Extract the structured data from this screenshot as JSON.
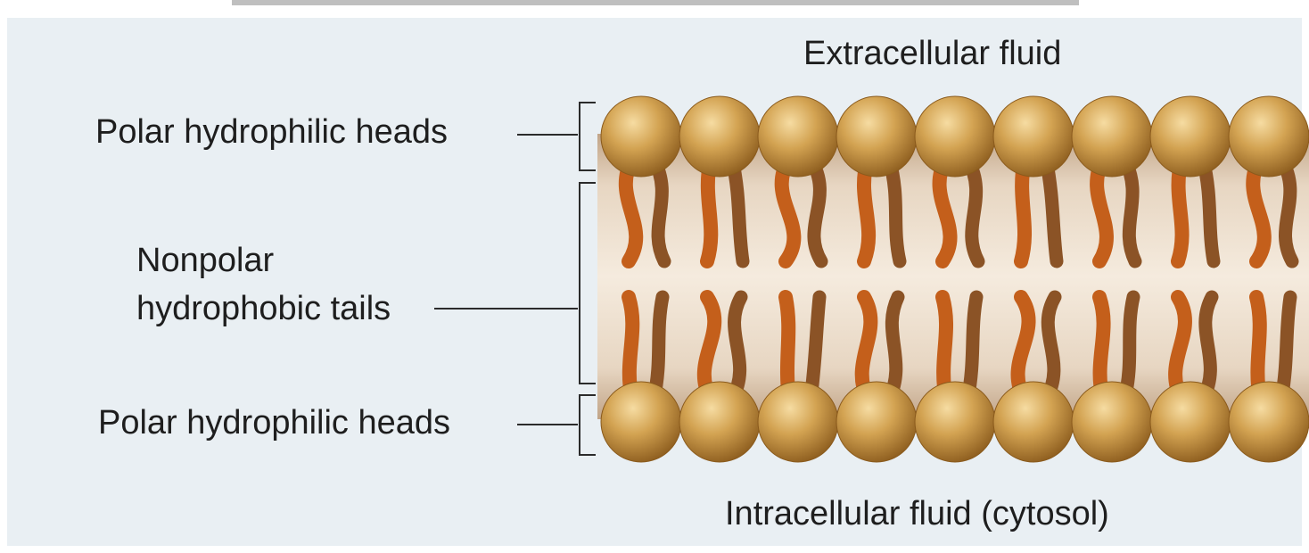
{
  "labels": {
    "top_heads": "Polar hydrophilic heads",
    "tails_line1": "Nonpolar",
    "tails_line2": "hydrophobic tails",
    "bottom_heads": "Polar hydrophilic heads",
    "extracellular": "Extracellular fluid",
    "intracellular": "Intracellular fluid (cytosol)"
  },
  "colors": {
    "background": "#e9eff3",
    "head_fill": "#c8963e",
    "head_shadow": "#8a5a1c",
    "head_highlight": "#f6dca2",
    "tail_dark": "#8b5326",
    "tail_orange": "#c45f1b",
    "core_fill": "#f1e4d2",
    "core_edge": "#c1a487",
    "text": "#1e1e1e"
  },
  "phospholipid_count_per_leaflet": 9
}
